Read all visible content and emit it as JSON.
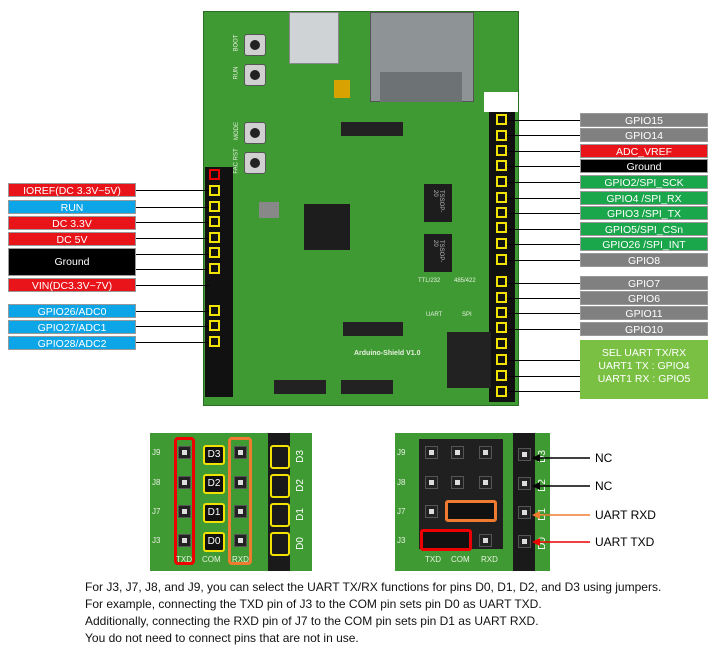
{
  "board": {
    "silk": {
      "boot": "BOOT",
      "run": "RUN",
      "mode": "MODE",
      "fac": "FAC RST",
      "ttl": "TTL/232",
      "rs485": "485/422",
      "uart": "UART",
      "spi": "SPI",
      "shield": "Arduino-Shield V1.0",
      "tssop1": "TSSOP-20",
      "tssop2": "TSSOP-20"
    }
  },
  "left_labels": [
    {
      "text": "IOREF(DC 3.3V~5V)",
      "color": "#e8141a"
    },
    {
      "text": "RUN",
      "color": "#0ba5e8"
    },
    {
      "text": "DC 3.3V",
      "color": "#e8141a"
    },
    {
      "text": "DC 5V",
      "color": "#e8141a"
    },
    {
      "text": "Ground",
      "color": "#000000"
    },
    {
      "text": "VIN(DC3.3V~7V)",
      "color": "#e8141a"
    },
    {
      "text": "GPIO26/ADC0",
      "color": "#0ba5e8"
    },
    {
      "text": "GPIO27/ADC1",
      "color": "#0ba5e8"
    },
    {
      "text": "GPIO28/ADC2",
      "color": "#0ba5e8"
    }
  ],
  "right_labels": [
    {
      "text": "GPIO15",
      "color": "#808080"
    },
    {
      "text": "GPIO14",
      "color": "#808080"
    },
    {
      "text": "ADC_VREF",
      "color": "#e8141a"
    },
    {
      "text": "Ground",
      "color": "#000000"
    },
    {
      "text": "GPIO2/SPI_SCK",
      "color": "#1aa64b"
    },
    {
      "text": "GPIO4 /SPI_RX",
      "color": "#1aa64b"
    },
    {
      "text": "GPIO3 /SPI_TX",
      "color": "#1aa64b"
    },
    {
      "text": "GPIO5/SPI_CSn",
      "color": "#1aa64b"
    },
    {
      "text": "GPIO26 /SPI_INT",
      "color": "#1aa64b"
    },
    {
      "text": "GPIO8",
      "color": "#808080"
    },
    {
      "text": "GPIO7",
      "color": "#808080"
    },
    {
      "text": "GPIO6",
      "color": "#808080"
    },
    {
      "text": "GPIO11",
      "color": "#808080"
    },
    {
      "text": "GPIO10",
      "color": "#808080"
    }
  ],
  "uart_sel": {
    "line1": "SEL UART TX/RX",
    "line2": "UART1 TX : GPIO4",
    "line3": "UART1 RX : GPIO5",
    "color": "#7ac143"
  },
  "detail_left": {
    "rows": [
      "J9",
      "J8",
      "J7",
      "J3"
    ],
    "dpins": [
      "D3",
      "D2",
      "D1",
      "D0"
    ],
    "cols": [
      "TXD",
      "COM",
      "RXD"
    ],
    "side": [
      "D3",
      "D2",
      "D1",
      "D0"
    ]
  },
  "detail_right": {
    "rows": [
      "J9",
      "J8",
      "J7",
      "J3"
    ],
    "cols": [
      "TXD",
      "COM",
      "RXD"
    ],
    "side": [
      "D3",
      "D2",
      "D1",
      "D0"
    ],
    "callouts": [
      "NC",
      "NC",
      "UART RXD",
      "UART TXD"
    ]
  },
  "notes": [
    "For J3, J7, J8, and J9, you can select the UART TX/RX functions for pins D0, D1, D2, and D3 using jumpers.",
    "For example, connecting the TXD pin of J3 to the COM pin sets pin D0 as UART TXD.",
    "Additionally, connecting the RXD pin of J7 to the COM pin sets pin D1 as UART RXD.",
    "You do not need to connect pins that are not in use."
  ]
}
